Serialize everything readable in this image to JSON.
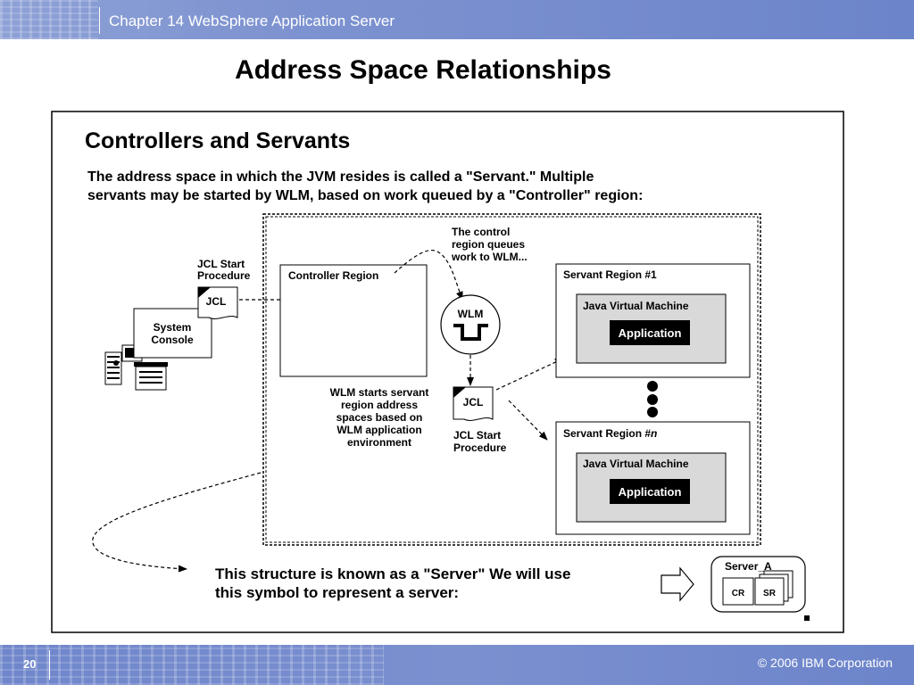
{
  "header": {
    "title": "Chapter 14 WebSphere Application Server"
  },
  "slide": {
    "title": "Address Space Relationships"
  },
  "figure": {
    "heading": "Controllers and Servants",
    "intro_line1": "The address space in which the JVM resides is called a \"Servant.\"  Multiple",
    "intro_line2": "servants may be started by WLM, based on work queued by a \"Controller\" region:",
    "jcl_start_top_line1": "JCL Start",
    "jcl_start_top_line2": "Procedure",
    "jcl_label": "JCL",
    "system_console_line1": "System",
    "system_console_line2": "Console",
    "controller_region": "Controller Region",
    "control_note_line1": "The control",
    "control_note_line2": "region queues",
    "control_note_line3": "work to WLM...",
    "wlm_label": "WLM",
    "wlm_note_line1": "WLM starts servant",
    "wlm_note_line2": "region address",
    "wlm_note_line3": "spaces based on",
    "wlm_note_line4": "WLM application",
    "wlm_note_line5": "environment",
    "jcl_start_mid_line1": "JCL Start",
    "jcl_start_mid_line2": "Procedure",
    "servant_region_1": "Servant Region #1",
    "servant_region_n_prefix": "Servant Region #",
    "servant_region_n_suffix": "n",
    "jvm_label": "Java Virtual Machine",
    "application_label": "Application",
    "bottom_line1": "This structure is known as a \"Server\"  We will use",
    "bottom_line2": "this symbol to represent a server:",
    "server_a": "Server_A",
    "cr_label": "CR",
    "sr_label": "SR"
  },
  "footer": {
    "page_number": "20",
    "copyright": "© 2006 IBM Corporation"
  },
  "colors": {
    "header_blue": "#7e93d0",
    "footer_blue": "#6f86cb",
    "servant_gray": "#d9d9d9",
    "black": "#000000"
  }
}
